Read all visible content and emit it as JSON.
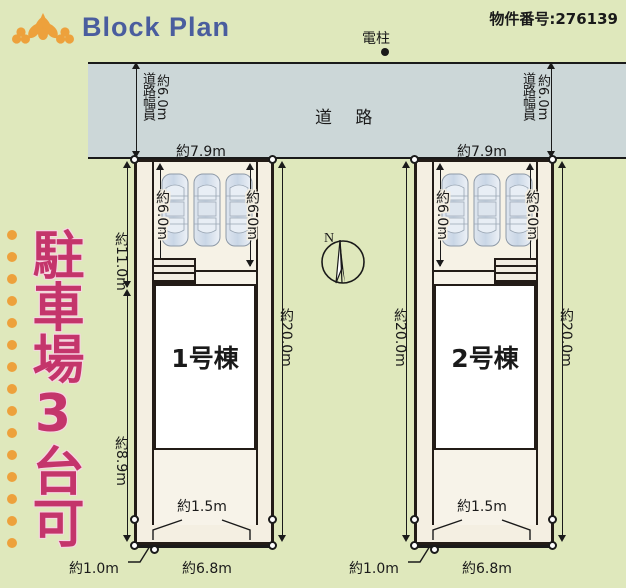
{
  "header": {
    "logo_icon": "lotus-flower-logo",
    "title": "Block Plan",
    "property_number": "物件番号:276139"
  },
  "banner": {
    "vertical_text": "駐車場3台可",
    "accent_color": "#c4356b",
    "dot_color": "#eda13c"
  },
  "road": {
    "label": "道 路",
    "pole_label": "電柱",
    "width_label_left": "道路幅員",
    "width_value_left": "約6.0m",
    "width_label_right": "道路幅員",
    "width_value_right": "約6.0m",
    "frontage_left": "約7.9m",
    "frontage_right": "約7.9m",
    "fill_color": "#ccd7d8"
  },
  "compass": {
    "north_label": "N"
  },
  "plots": [
    {
      "name": "1号棟",
      "frontage": "約7.9m",
      "parking_depth_left": "約6.0m",
      "parking_depth_right": "約6.0m",
      "left_upper_depth": "約11.0m",
      "left_lower_depth": "約8.9m",
      "right_total_depth": "約20.0m",
      "setback": "約1.5m",
      "corner_cut": "約1.0m",
      "bottom_width": "約6.8m",
      "car_count": 3,
      "stairs_side": "left"
    },
    {
      "name": "2号棟",
      "frontage": "約7.9m",
      "parking_depth_left": "約6.0m",
      "parking_depth_right": "約6.0m",
      "left_total_depth": "約20.0m",
      "right_total_depth": "約20.0m",
      "setback": "約1.5m",
      "corner_cut": "約1.0m",
      "bottom_width": "約6.8m",
      "car_count": 3,
      "stairs_side": "right"
    }
  ],
  "colors": {
    "background": "#dfe8bc",
    "plot_fill": "#f4efe2",
    "house_fill": "#ffffff",
    "line": "#231c17",
    "title_blue": "#4a5d9e"
  }
}
